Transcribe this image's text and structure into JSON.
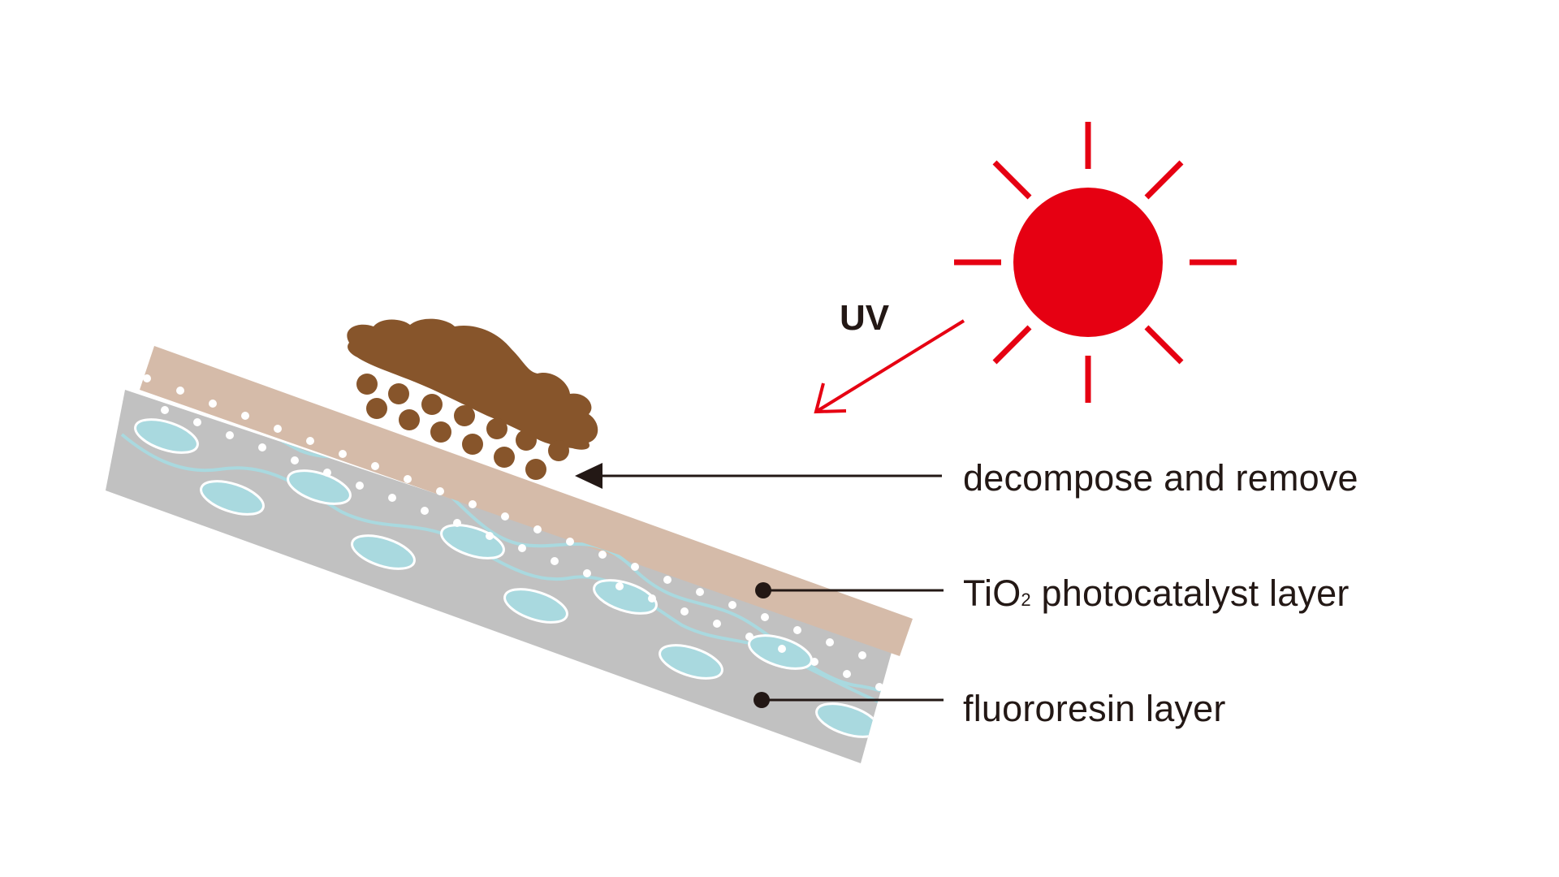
{
  "labels": {
    "uv": "UV",
    "decompose": "decompose and remove",
    "tio2_prefix": "TiO",
    "tio2_subscript": "2",
    "tio2_suffix": " photocatalyst layer",
    "fluororesin": "fluororesin layer"
  },
  "colors": {
    "sun_red": "#e60012",
    "dirt_brown": "#87552b",
    "photocatalyst_layer": "#d5bba9",
    "fluororesin_layer": "#c1c1c1",
    "fiber_blue": "#a9d9df",
    "text": "#231815"
  }
}
